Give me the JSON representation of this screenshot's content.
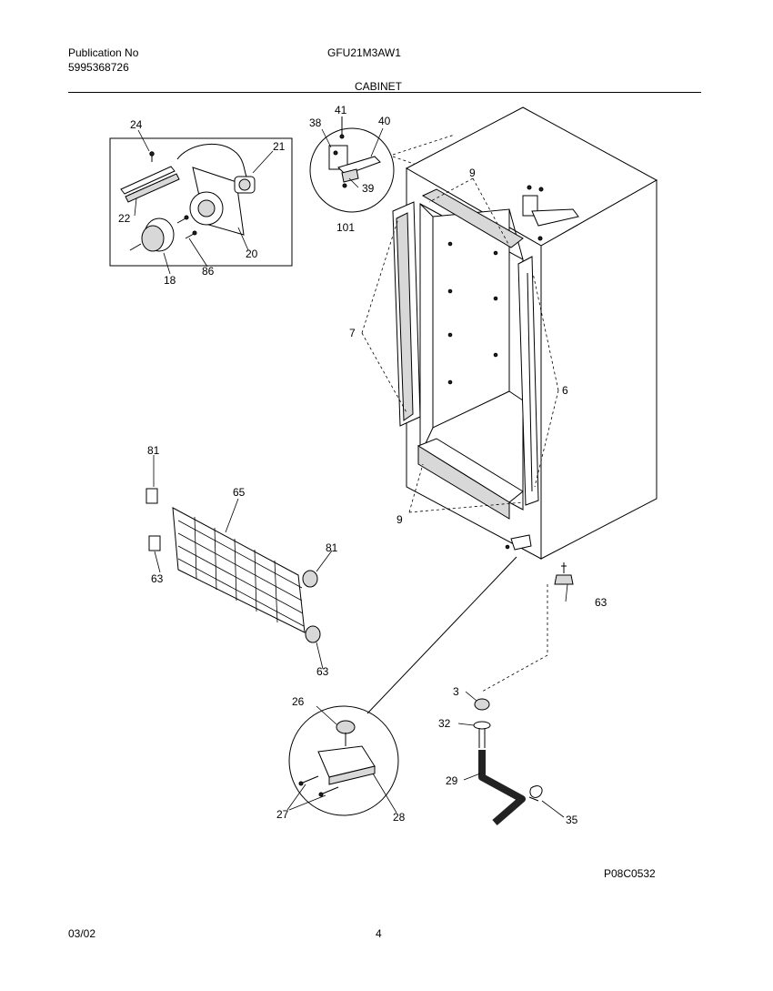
{
  "header": {
    "publication_label": "Publication No",
    "publication_number": "5995368726",
    "model": "GFU21M3AW1",
    "section": "CABINET"
  },
  "footer": {
    "date": "03/02",
    "page": "4",
    "figure_code": "P08C0532"
  },
  "callouts": {
    "c24": "24",
    "c21": "21",
    "c22": "22",
    "c20": "20",
    "c18": "18",
    "c86": "86",
    "c38": "38",
    "c41": "41",
    "c40": "40",
    "c39": "39",
    "c101": "101",
    "c9a": "9",
    "c7": "7",
    "c6": "6",
    "c9b": "9",
    "c81a": "81",
    "c65": "65",
    "c63a": "63",
    "c81b": "81",
    "c63b": "63",
    "c63c": "63",
    "c3": "3",
    "c32": "32",
    "c29": "29",
    "c35": "35",
    "c26": "26",
    "c27": "27",
    "c28": "28"
  }
}
